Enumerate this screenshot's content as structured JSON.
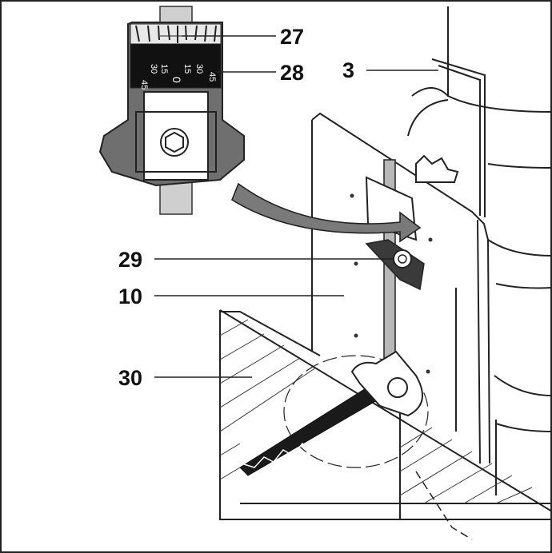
{
  "callouts": {
    "c27": "27",
    "c28": "28",
    "c3": "3",
    "c29": "29",
    "c10": "10",
    "c30": "30"
  },
  "scale": {
    "l45": "45",
    "l30": "30",
    "l15": "15",
    "l0": "0",
    "r15": "15",
    "r30": "30",
    "r45": "45"
  },
  "colors": {
    "ink": "#111111",
    "gray": "#8a8a8a",
    "dark": "#3a3a3a",
    "light": "#d8d8d8"
  }
}
